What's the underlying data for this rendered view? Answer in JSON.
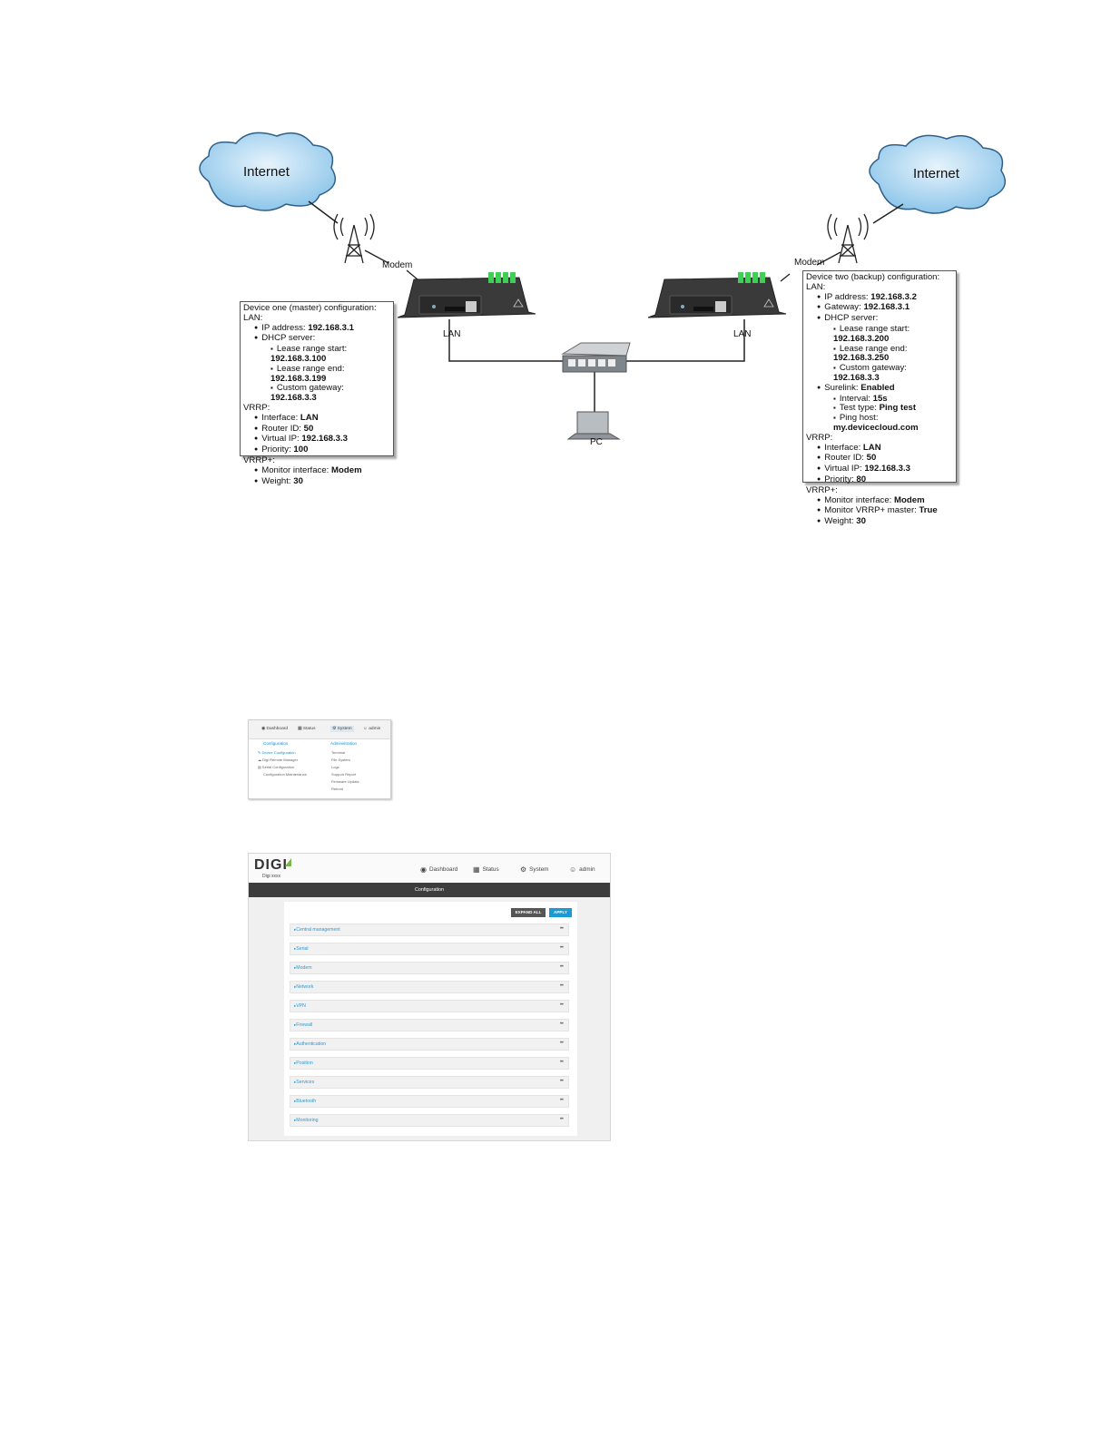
{
  "diagram": {
    "left_cloud": "Internet",
    "right_cloud": "Internet",
    "left_modem": "Modem",
    "right_modem": "Modem",
    "left_lan": "LAN",
    "right_lan": "LAN",
    "pc": "PC",
    "device_one": {
      "title": "Device one (master) configuration:",
      "lan_head": "LAN:",
      "ip_label": "IP address: ",
      "ip_value": "192.168.3.1",
      "dhcp": "DHCP server:",
      "lease_start_label": "Lease range start: ",
      "lease_start_value": "192.168.3.100",
      "lease_end_label": "Lease range end: ",
      "lease_end_value": "192.168.3.199",
      "gateway_label": "Custom gateway: ",
      "gateway_value": "192.168.3.3",
      "vrrp_head": "VRRP:",
      "iface_label": "Interface: ",
      "iface_value": "LAN",
      "router_label": "Router ID: ",
      "router_value": "50",
      "vip_label": "Virtual IP: ",
      "vip_value": "192.168.3.3",
      "priority_label": "Priority: ",
      "priority_value": "100",
      "vrrpplus_head": "VRRP+:",
      "monitor_label": "Monitor interface: ",
      "monitor_value": "Modem",
      "weight_label": "Weight: ",
      "weight_value": "30"
    },
    "device_two": {
      "title": "Device two (backup) configuration:",
      "lan_head": "LAN:",
      "ip_label": "IP address: ",
      "ip_value": "192.168.3.2",
      "gw_label": "Gateway: ",
      "gw_value": "192.168.3.1",
      "dhcp": "DHCP server:",
      "lease_start_label": "Lease range start: ",
      "lease_start_value": "192.168.3.200",
      "lease_end_label": "Lease range end: ",
      "lease_end_value": "192.168.3.250",
      "gateway_label": "Custom gateway: ",
      "gateway_value": "192.168.3.3",
      "surelink_label": "Surelink: ",
      "surelink_value": "Enabled",
      "interval_label": "Interval: ",
      "interval_value": "15s",
      "test_label": "Test type: ",
      "test_value": "Ping test",
      "host_label": "Ping host: ",
      "host_value": "my.devicecloud.com",
      "vrrp_head": "VRRP:",
      "iface_label": "Interface: ",
      "iface_value": "LAN",
      "router_label": "Router ID: ",
      "router_value": "50",
      "vip_label": "Virtual IP: ",
      "vip_value": "192.168.3.3",
      "priority_label": "Priority: ",
      "priority_value": "80",
      "vrrpplus_head": "VRRP+:",
      "monitor_label": "Monitor interface: ",
      "monitor_value": "Modem",
      "master_label": "Monitor VRRP+ master: ",
      "master_value": "True",
      "weight_label": "Weight: ",
      "weight_value": "30"
    }
  },
  "menu_shot": {
    "nav_dashboard": "Dashboard",
    "nav_status": "Status",
    "nav_system": "System",
    "nav_admin": "admin",
    "col1_header": "Configuration",
    "col2_header": "Administration",
    "col1_items": [
      "Device Configuration",
      "Digi Remote Manager",
      "Serial Configuration",
      "Configuration Maintenance"
    ],
    "col2_items": [
      "Terminal",
      "File System",
      "Logs",
      "Support Report",
      "Firmware Update",
      "Reboot"
    ]
  },
  "cfg_shot": {
    "logo": "DIGI",
    "model": "Digi xxxx",
    "nav_dashboard": "Dashboard",
    "nav_status": "Status",
    "nav_system": "System",
    "nav_admin": "admin",
    "title": "Configuration",
    "expand_all": "EXPAND ALL",
    "apply": "APPLY",
    "sections": [
      "Central management",
      "Serial",
      "Modem",
      "Network",
      "VPN",
      "Firewall",
      "Authentication",
      "Position",
      "Services",
      "Bluetooth",
      "Monitoring"
    ],
    "more": "•••"
  },
  "colors": {
    "accent": "#1a9bd7",
    "header_dark": "#3d3d3d",
    "device_green": "#39c24a"
  }
}
